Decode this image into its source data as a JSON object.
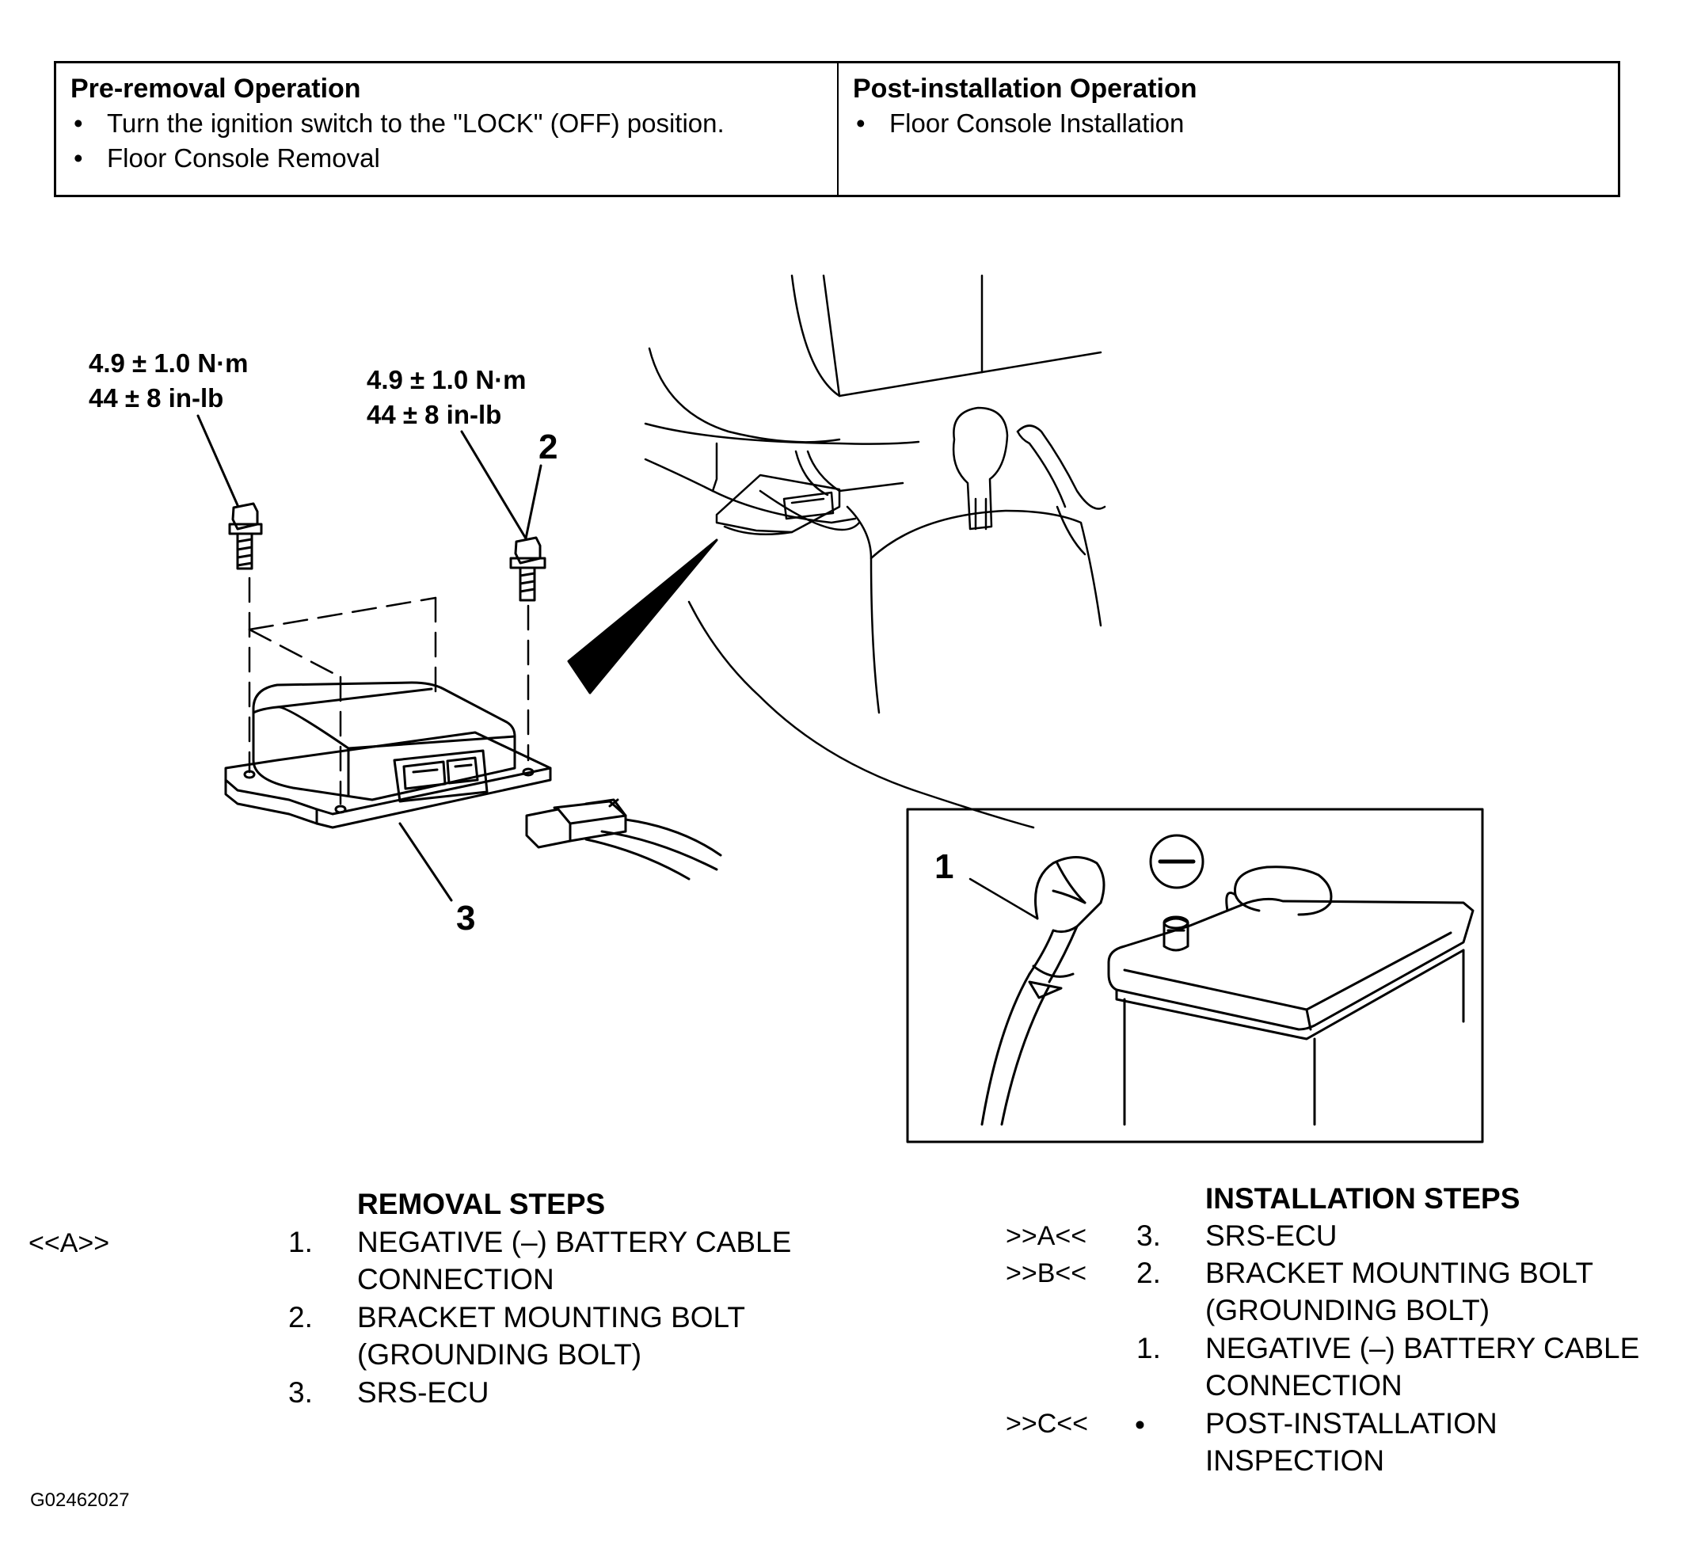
{
  "operations": {
    "pre_removal": {
      "heading": "Pre-removal Operation",
      "items": [
        "Turn the ignition switch to the \"LOCK\" (OFF) position.",
        "Floor Console Removal"
      ]
    },
    "post_installation": {
      "heading": "Post-installation Operation",
      "items": [
        "Floor Console Installation"
      ]
    }
  },
  "diagram": {
    "torque_left": {
      "line1": "4.9 ±  1.0 N·m",
      "line2": "44 ± 8 in-lb"
    },
    "torque_right": {
      "line1": "4.9 ±  1.0 N·m",
      "line2": "44 ± 8 in-lb"
    },
    "callouts": {
      "bolt": "2",
      "ecu": "3",
      "cable": "1"
    },
    "negative_symbol": "−"
  },
  "removal": {
    "title": "REMOVAL STEPS",
    "steps": [
      {
        "mark": "<<A>>",
        "num": "1.",
        "text": "NEGATIVE (–) BATTERY CABLE\nCONNECTION"
      },
      {
        "mark": "",
        "num": "2.",
        "text": "BRACKET MOUNTING BOLT\n(GROUNDING BOLT)"
      },
      {
        "mark": "",
        "num": "3.",
        "text": "SRS-ECU"
      }
    ]
  },
  "installation": {
    "title": "INSTALLATION STEPS",
    "steps": [
      {
        "mark": ">>A<<",
        "num": "3.",
        "text": "SRS-ECU"
      },
      {
        "mark": ">>B<<",
        "num": "2.",
        "text": "BRACKET MOUNTING BOLT\n(GROUNDING BOLT)"
      },
      {
        "mark": "",
        "num": "1.",
        "text": "NEGATIVE (–) BATTERY CABLE\nCONNECTION"
      },
      {
        "mark": ">>C<<",
        "num": "•",
        "text": "POST-INSTALLATION\nINSPECTION"
      }
    ]
  },
  "figure_id": "G02462027"
}
